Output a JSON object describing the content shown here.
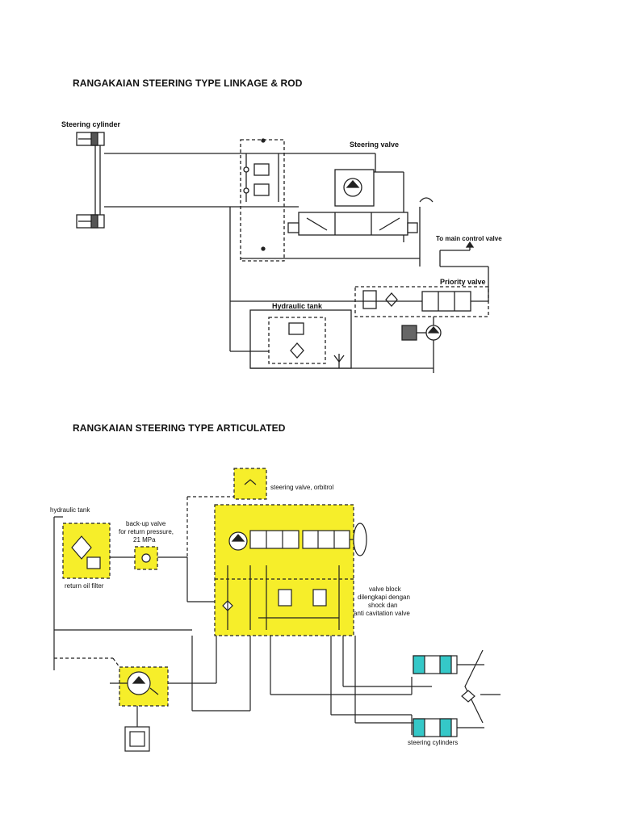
{
  "headings": {
    "linkage_rod": "RANGAKAIAN STEERING TYPE LINKAGE & ROD",
    "articulated": "RANGKAIAN STEERING TYPE ARTICULATED"
  },
  "diagram1": {
    "steering_cylinder": "Steering cylinder",
    "steering_valve": "Steering valve",
    "to_main_control_valve": "To main control valve",
    "priority_valve": "Priority valve",
    "hydraulic_tank": "Hydraulic tank"
  },
  "diagram2": {
    "hydraulic_tank": "hydraulic tank",
    "backup_valve_l1": "back-up valve",
    "backup_valve_l2": "for return pressure,",
    "backup_valve_l3": "21 MPa",
    "return_oil_filter": "return oil filter",
    "steering_valve_orbitrol": "steering valve, orbitrol",
    "valve_block_l1": "valve block",
    "valve_block_l2": "dilengkapi dengan",
    "valve_block_l3": "shock dan",
    "valve_block_l4": "anti cavitation valve",
    "steering_cylinders": "steering cylinders"
  },
  "colors": {
    "highlight_yellow": "#f6ee2a",
    "cylinder_teal": "#35c8c8",
    "line": "#222222"
  }
}
